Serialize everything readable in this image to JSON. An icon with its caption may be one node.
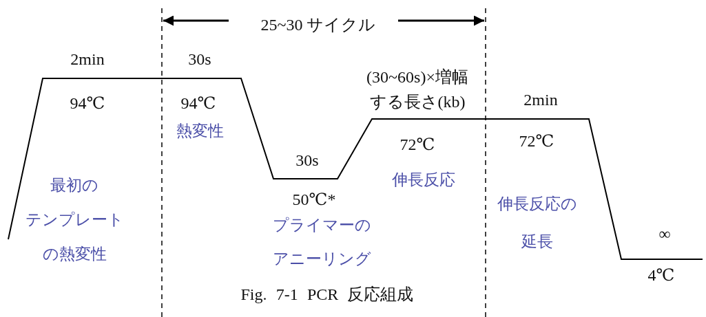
{
  "diagram": {
    "caption": "Fig. 7-1 PCR 反応組成",
    "labels": [
      "25~30 サイクル",
      "2min",
      "30s",
      "94℃",
      "94℃",
      "熱変性",
      "(30~60s)×増幅",
      "する長さ(kb)",
      "2min",
      "30s",
      "72℃",
      "72℃",
      "最初の",
      "伸長反応",
      "50℃*",
      "テンプレート",
      "プライマーの",
      "伸長反応の",
      "∞",
      "の熱変性",
      "延長",
      "アニーリング",
      "4℃"
    ]
  }
}
